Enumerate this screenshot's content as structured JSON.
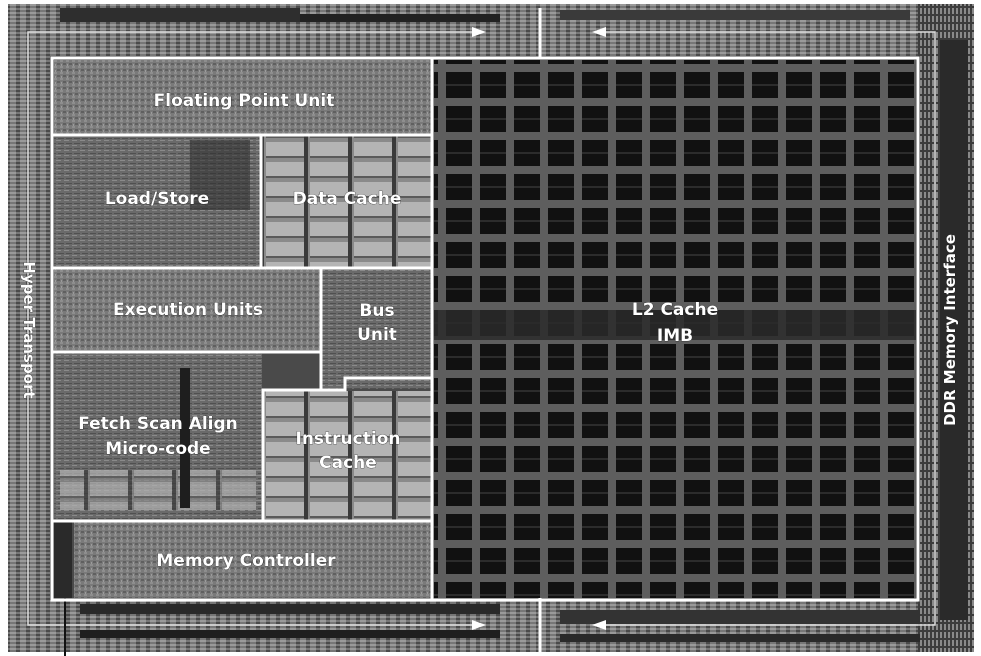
{
  "diagram": {
    "blocks": {
      "fpu": "Floating Point Unit",
      "load_store": "Load/Store",
      "data_cache": "Data Cache",
      "execution_units": "Execution Units",
      "bus_unit_line1": "Bus",
      "bus_unit_line2": "Unit",
      "fetch_line1": "Fetch Scan Align",
      "fetch_line2": "Micro-code",
      "instruction_cache_line1": "Instruction",
      "instruction_cache_line2": "Cache",
      "memory_controller": "Memory Controller",
      "l2_cache_line1": "L2 Cache",
      "l2_cache_line2": "IMB"
    },
    "side_labels": {
      "left": "Hyper Transport",
      "right": "DDR Memory Interface"
    },
    "colors": {
      "outline": "#ffffff",
      "die_dark": "#1c1c1c",
      "die_mid": "#6e6e6e",
      "die_light": "#9a9a9a",
      "frame": "#ffffff"
    },
    "icons": [
      "arrow-right-icon",
      "arrow-left-icon",
      "arrow-up-icon"
    ]
  }
}
